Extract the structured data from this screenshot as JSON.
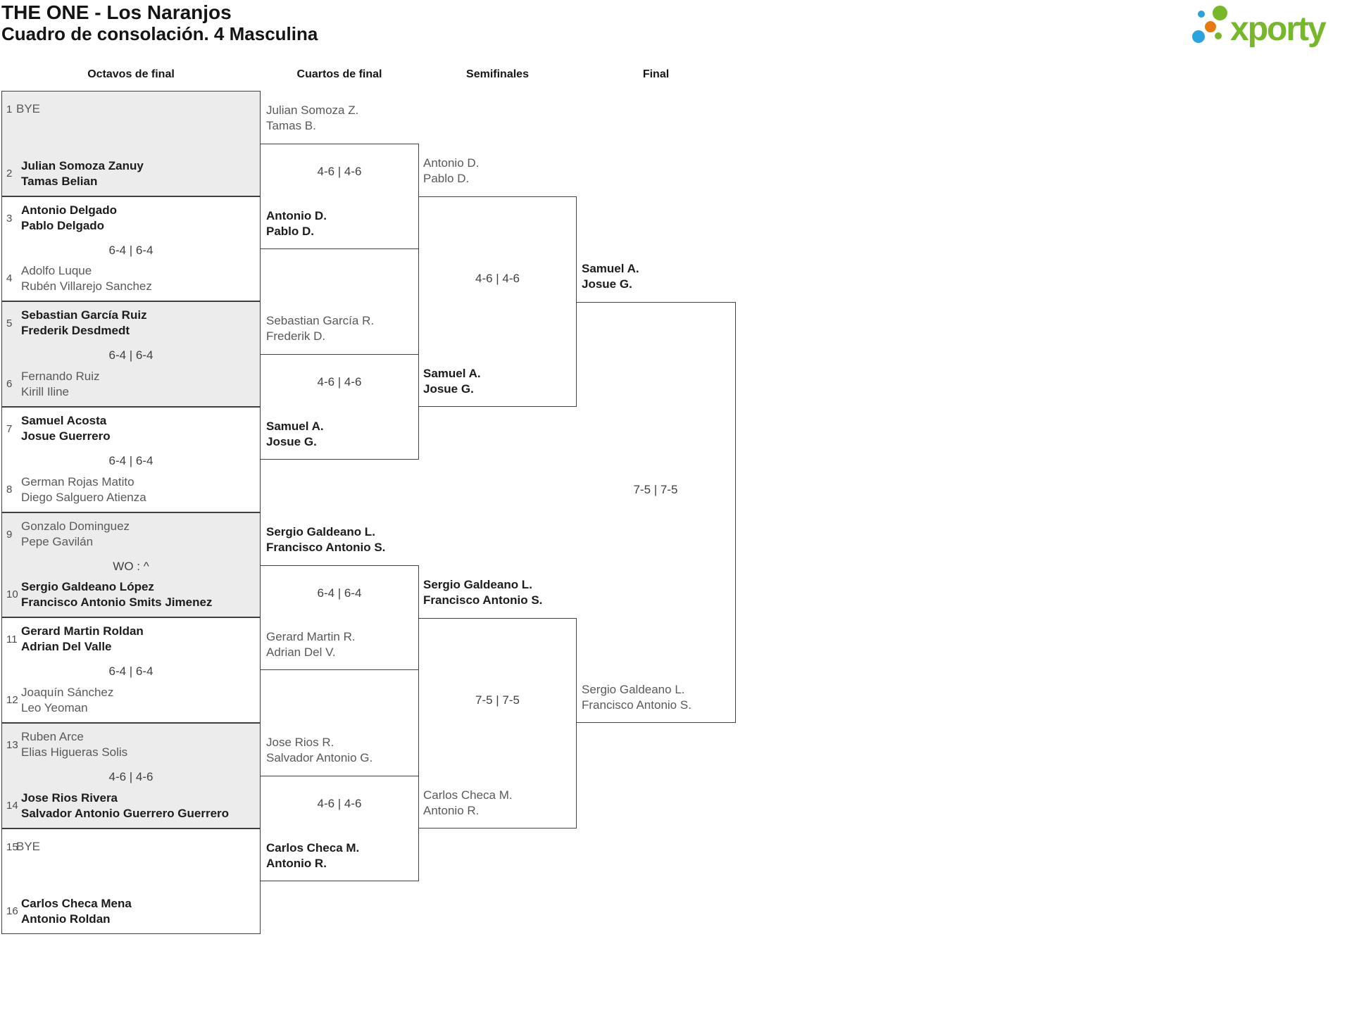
{
  "header": {
    "title": "THE ONE - Los Naranjos",
    "subtitle": "Cuadro de consolación. 4 Masculina",
    "logo_text": "xporty"
  },
  "colors": {
    "brand_green": "#76b82a",
    "brand_blue": "#2ba3dc",
    "brand_orange": "#e8790f",
    "winner_text": "#1c1c1c",
    "loser_text": "#58595b",
    "alt_box_fill": "#ececec",
    "line": "#3f3f3f"
  },
  "round_labels": [
    "Octavos de final",
    "Cuartos de final",
    "Semifinales",
    "Final"
  ],
  "octavos": [
    {
      "top_seed": "1",
      "top": [
        "BYE"
      ],
      "top_winner": false,
      "score": "",
      "bottom_seed": "2",
      "bottom": [
        "Julian Somoza Zanuy",
        "Tamas Belian"
      ],
      "bottom_winner": true
    },
    {
      "top_seed": "3",
      "top": [
        "Antonio Delgado",
        "Pablo Delgado"
      ],
      "top_winner": true,
      "score": "6-4 | 6-4",
      "bottom_seed": "4",
      "bottom": [
        "Adolfo Luque",
        "Rubén Villarejo Sanchez"
      ],
      "bottom_winner": false
    },
    {
      "top_seed": "5",
      "top": [
        "Sebastian García Ruiz",
        "Frederik Desdmedt"
      ],
      "top_winner": true,
      "score": "6-4 | 6-4",
      "bottom_seed": "6",
      "bottom": [
        "Fernando Ruiz",
        "Kirill Iline"
      ],
      "bottom_winner": false
    },
    {
      "top_seed": "7",
      "top": [
        "Samuel Acosta",
        "Josue Guerrero"
      ],
      "top_winner": true,
      "score": "6-4 | 6-4",
      "bottom_seed": "8",
      "bottom": [
        "German Rojas Matito",
        "Diego Salguero Atienza"
      ],
      "bottom_winner": false
    },
    {
      "top_seed": "9",
      "top": [
        "Gonzalo Dominguez",
        "Pepe Gavilán"
      ],
      "top_winner": false,
      "score": "WO : ^",
      "bottom_seed": "10",
      "bottom": [
        "Sergio Galdeano López",
        "Francisco Antonio Smits Jimenez"
      ],
      "bottom_winner": true
    },
    {
      "top_seed": "11",
      "top": [
        "Gerard Martin Roldan",
        "Adrian Del Valle"
      ],
      "top_winner": true,
      "score": "6-4 | 6-4",
      "bottom_seed": "12",
      "bottom": [
        "Joaquín Sánchez",
        "Leo Yeoman"
      ],
      "bottom_winner": false
    },
    {
      "top_seed": "13",
      "top": [
        "Ruben Arce",
        "Elias Higueras Solis"
      ],
      "top_winner": false,
      "score": "4-6 | 4-6",
      "bottom_seed": "14",
      "bottom": [
        "Jose Rios Rivera",
        "Salvador Antonio Guerrero Guerrero"
      ],
      "bottom_winner": true
    },
    {
      "top_seed": "15",
      "top": [
        "BYE"
      ],
      "top_winner": false,
      "score": "",
      "bottom_seed": "16",
      "bottom": [
        "Carlos Checa Mena",
        "Antonio Roldan"
      ],
      "bottom_winner": true
    }
  ],
  "cuartos": [
    {
      "top": [
        "Julian Somoza Z.",
        "Tamas B."
      ],
      "top_winner": false,
      "score": "4-6 | 4-6",
      "bottom": [
        "Antonio D.",
        "Pablo D."
      ],
      "bottom_winner": true
    },
    {
      "top": [
        "Sebastian García R.",
        "Frederik D."
      ],
      "top_winner": false,
      "score": "4-6 | 4-6",
      "bottom": [
        "Samuel A.",
        "Josue G."
      ],
      "bottom_winner": true
    },
    {
      "top": [
        "Sergio Galdeano L.",
        "Francisco Antonio S."
      ],
      "top_winner": true,
      "score": "6-4 | 6-4",
      "bottom": [
        "Gerard Martin R.",
        "Adrian Del V."
      ],
      "bottom_winner": false
    },
    {
      "top": [
        "Jose Rios R.",
        "Salvador Antonio G."
      ],
      "top_winner": false,
      "score": "4-6 | 4-6",
      "bottom": [
        "Carlos Checa M.",
        "Antonio R."
      ],
      "bottom_winner": true
    }
  ],
  "semifinales": [
    {
      "top": [
        "Antonio D.",
        "Pablo D."
      ],
      "top_winner": false,
      "score": "4-6 | 4-6",
      "bottom": [
        "Samuel A.",
        "Josue G."
      ],
      "bottom_winner": true
    },
    {
      "top": [
        "Sergio Galdeano L.",
        "Francisco Antonio S."
      ],
      "top_winner": true,
      "score": "7-5 | 7-5",
      "bottom": [
        "Carlos Checa M.",
        "Antonio R."
      ],
      "bottom_winner": false
    }
  ],
  "final_match": {
    "top": [
      "Samuel A.",
      "Josue G."
    ],
    "top_winner": true,
    "score": "7-5 | 7-5",
    "bottom": [
      "Sergio Galdeano L.",
      "Francisco Antonio S."
    ],
    "bottom_winner": false
  }
}
